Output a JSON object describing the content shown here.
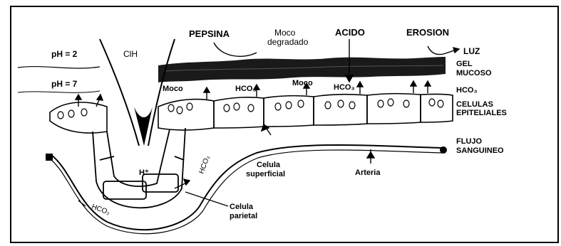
{
  "top_labels": {
    "pepsina": "PEPSINA",
    "moco_degradado_1": "Moco",
    "moco_degradado_2": "degradado",
    "acido": "ACIDO",
    "erosion": "EROSION",
    "luz": "LUZ"
  },
  "left_labels": {
    "ph2": "pH = 2",
    "clh": "ClH",
    "ph7": "pH = 7"
  },
  "inner_labels": {
    "moco_left": "Moco",
    "hco3_mid": "HCO₃",
    "moco_mid": "Moco",
    "hco3_right": "HCO₃",
    "h_plus": "H⁺",
    "hco3_gland_right": "HCO₃",
    "hco3_gland_left": "HCO₃"
  },
  "right_labels": {
    "gel_1": "GEL",
    "gel_2": "MUCOSO",
    "hco3": "HCO₃",
    "celulas_1": "CELULAS",
    "celulas_2": "EPITELIALES",
    "flujo_1": "FLUJO",
    "flujo_2": "SANGUINEO"
  },
  "bottom_labels": {
    "celula_superficial_1": "Celula",
    "celula_superficial_2": "superficial",
    "arteria": "Arteria",
    "celula_parietal_1": "Celula",
    "celula_parietal_2": "parietal"
  }
}
